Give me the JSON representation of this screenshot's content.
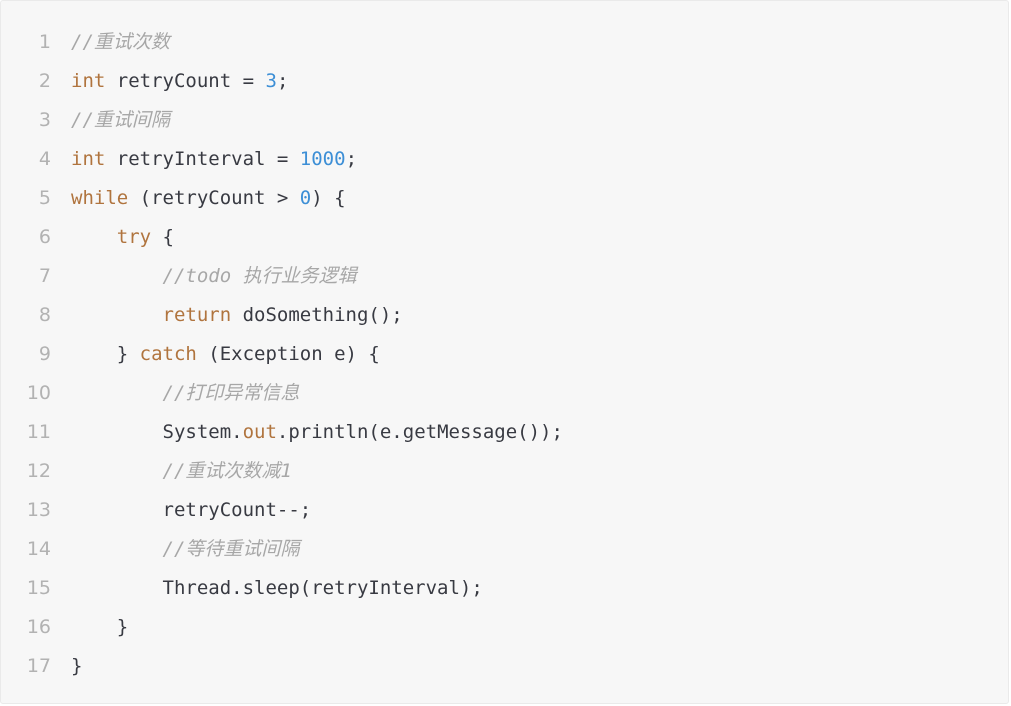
{
  "code": {
    "line_numbers": [
      "1",
      "2",
      "3",
      "4",
      "5",
      "6",
      "7",
      "8",
      "9",
      "10",
      "11",
      "12",
      "13",
      "14",
      "15",
      "16",
      "17"
    ],
    "lines": [
      [
        {
          "t": "cm",
          "v": "//重试次数"
        }
      ],
      [
        {
          "t": "kw",
          "v": "int"
        },
        {
          "t": "tx",
          "v": " retryCount = "
        },
        {
          "t": "num",
          "v": "3"
        },
        {
          "t": "tx",
          "v": ";"
        }
      ],
      [
        {
          "t": "cm",
          "v": "//重试间隔"
        }
      ],
      [
        {
          "t": "kw",
          "v": "int"
        },
        {
          "t": "tx",
          "v": " retryInterval = "
        },
        {
          "t": "num",
          "v": "1000"
        },
        {
          "t": "tx",
          "v": ";"
        }
      ],
      [
        {
          "t": "kw",
          "v": "while"
        },
        {
          "t": "tx",
          "v": " (retryCount > "
        },
        {
          "t": "num",
          "v": "0"
        },
        {
          "t": "tx",
          "v": ") {"
        }
      ],
      [
        {
          "t": "tx",
          "v": "    "
        },
        {
          "t": "kw",
          "v": "try"
        },
        {
          "t": "tx",
          "v": " {"
        }
      ],
      [
        {
          "t": "tx",
          "v": "        "
        },
        {
          "t": "cm",
          "v": "//todo 执行业务逻辑"
        }
      ],
      [
        {
          "t": "tx",
          "v": "        "
        },
        {
          "t": "kw",
          "v": "return"
        },
        {
          "t": "tx",
          "v": " doSomething();"
        }
      ],
      [
        {
          "t": "tx",
          "v": "    } "
        },
        {
          "t": "kw",
          "v": "catch"
        },
        {
          "t": "tx",
          "v": " (Exception e) {"
        }
      ],
      [
        {
          "t": "tx",
          "v": "        "
        },
        {
          "t": "cm",
          "v": "//打印异常信息"
        }
      ],
      [
        {
          "t": "tx",
          "v": "        System."
        },
        {
          "t": "fld",
          "v": "out"
        },
        {
          "t": "tx",
          "v": ".println(e.getMessage());"
        }
      ],
      [
        {
          "t": "tx",
          "v": "        "
        },
        {
          "t": "cm",
          "v": "//重试次数减1"
        }
      ],
      [
        {
          "t": "tx",
          "v": "        retryCount--;"
        }
      ],
      [
        {
          "t": "tx",
          "v": "        "
        },
        {
          "t": "cm",
          "v": "//等待重试间隔"
        }
      ],
      [
        {
          "t": "tx",
          "v": "        Thread.sleep(retryInterval);"
        }
      ],
      [
        {
          "t": "tx",
          "v": "    }"
        }
      ],
      [
        {
          "t": "tx",
          "v": "}"
        }
      ]
    ]
  },
  "colors": {
    "background": "#f7f7f7",
    "keyword": "#b0743e",
    "number": "#3d8fd6",
    "comment": "#a7a7a7",
    "text": "#383a42",
    "line_number": "#b2b2b2"
  }
}
